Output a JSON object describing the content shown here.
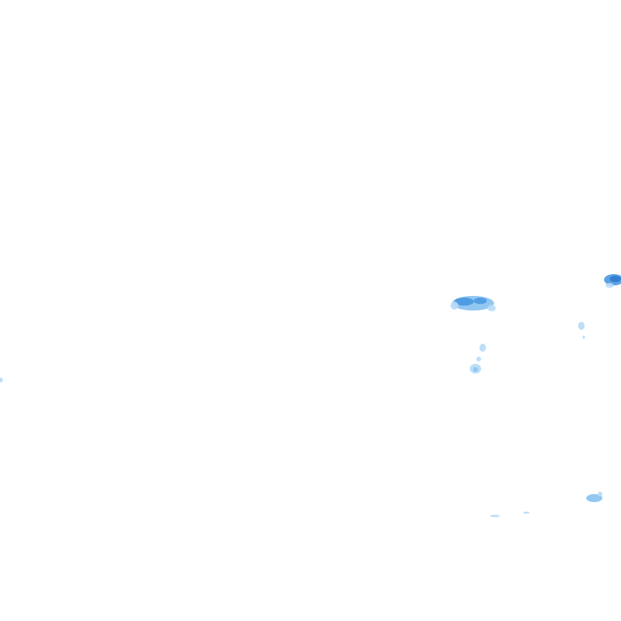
{
  "background_color": "#ffffff",
  "intensity_colors": {
    "light": "#b8dcf7",
    "medium": "#7fbdf0",
    "heavy": "#4a98e0",
    "intense": "#2f7fd0"
  },
  "precip_cells": [
    {
      "name": "precip-cell-center-cluster",
      "intensity": "heavy"
    },
    {
      "name": "precip-cell-center-trail",
      "intensity": "light"
    },
    {
      "name": "precip-cell-right-edge",
      "intensity": "intense"
    },
    {
      "name": "precip-cell-right-small",
      "intensity": "light"
    },
    {
      "name": "precip-cell-bottom-right",
      "intensity": "medium"
    },
    {
      "name": "precip-cell-bottom-speck",
      "intensity": "light"
    },
    {
      "name": "precip-cell-left-edge",
      "intensity": "light"
    }
  ]
}
